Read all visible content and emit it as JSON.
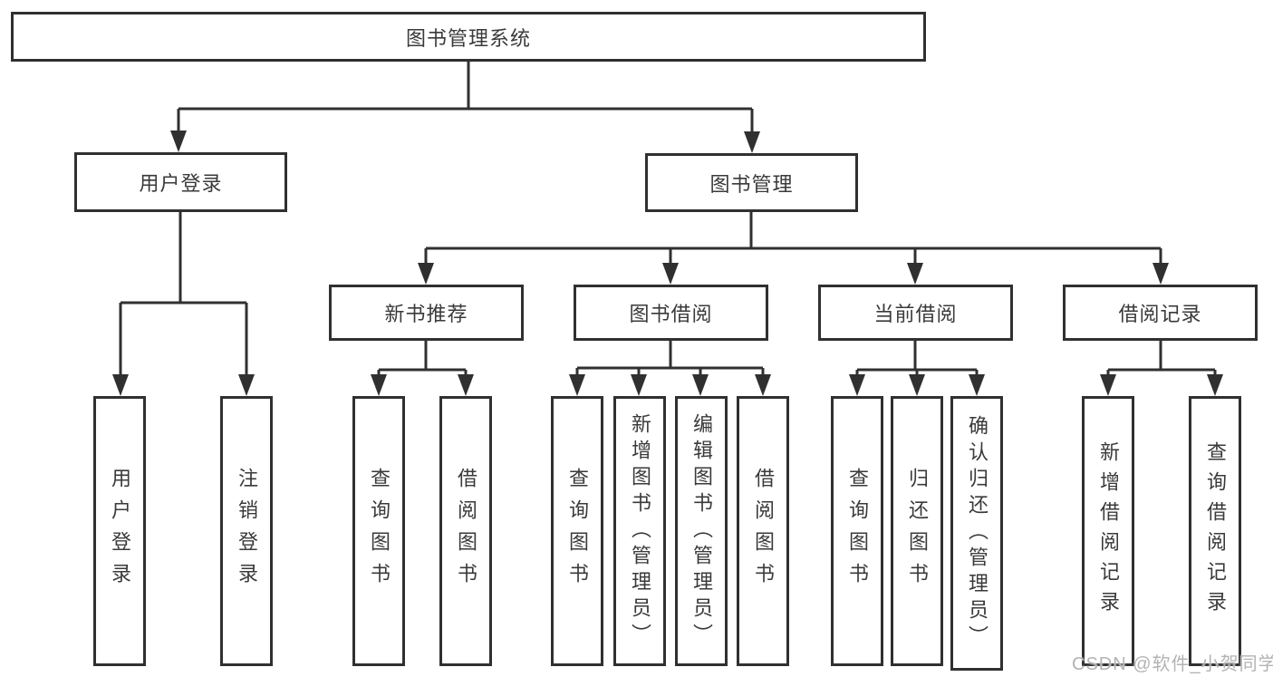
{
  "diagram": {
    "root": "图书管理系统",
    "level2": {
      "user_login": "用户登录",
      "book_management": "图书管理"
    },
    "level3": {
      "new_book_recommendation": "新书推荐",
      "book_borrowing": "图书借阅",
      "current_borrowing": "当前借阅",
      "borrowing_records": "借阅记录"
    },
    "leaves": {
      "user_login": [
        "用户登录",
        "注销登录"
      ],
      "new_book_recommendation": [
        "查询图书",
        "借阅图书"
      ],
      "book_borrowing": [
        "查询图书",
        "新增图书（管理员）",
        "编辑图书（管理员）",
        "借阅图书"
      ],
      "current_borrowing": [
        "查询图书",
        "归还图书",
        "确认归还（管理员）"
      ],
      "borrowing_records": [
        "新增借阅记录",
        "查询借阅记录"
      ]
    }
  },
  "watermark": "CSDN @软件_小贺同学",
  "colors": {
    "line": "#303030",
    "text": "#3a3a3a",
    "background": "#ffffff",
    "watermark": "#b3b3b3"
  }
}
